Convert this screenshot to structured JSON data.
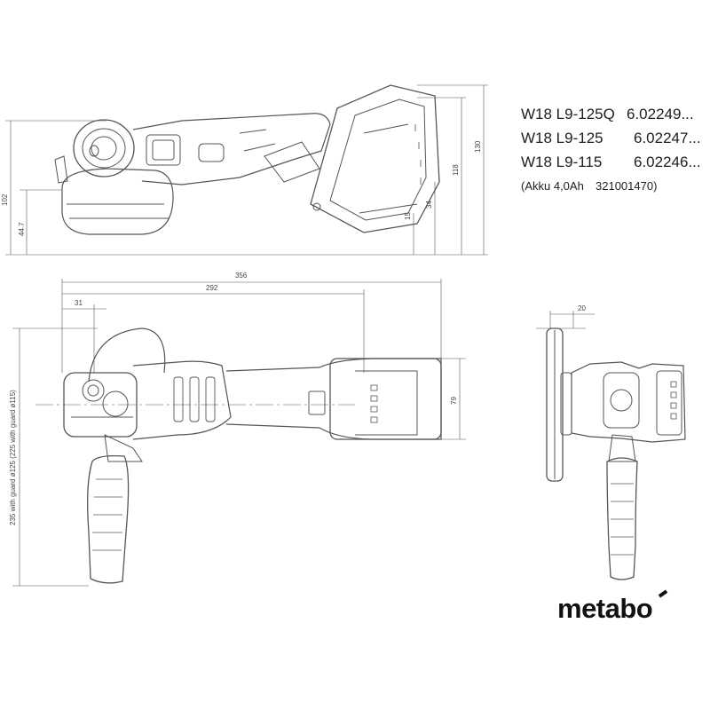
{
  "specs": {
    "rows": [
      {
        "model": "W18 L9-125Q",
        "number": "6.02249..."
      },
      {
        "model": "W18 L9-125",
        "number": "6.02247..."
      },
      {
        "model": "W18 L9-115",
        "number": "6.02246..."
      }
    ],
    "battery_label": "(Akku 4,0Ah",
    "battery_number": "321001470)"
  },
  "dimensions": {
    "top_view": {
      "height_102": "102",
      "height_44_7": "44.7",
      "height_130": "130",
      "height_118": "118",
      "offset_15": "15",
      "offset_34": "34"
    },
    "side_view": {
      "length_356": "356",
      "length_292": "292",
      "offset_31": "31",
      "height_79": "79",
      "vertical_note": "235 with guard ø125  (225 with guard ø115)"
    },
    "front_view": {
      "offset_20": "20"
    }
  },
  "logo": {
    "text": "metabo"
  }
}
